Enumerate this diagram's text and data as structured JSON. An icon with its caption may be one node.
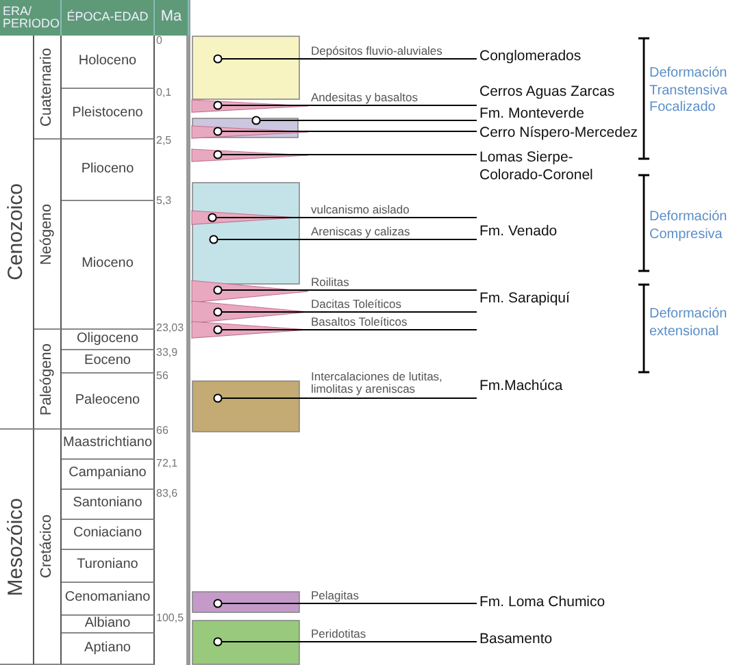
{
  "diagram": {
    "nodes": [
      {
        "text": [
          "ERA/ PERIODO"
        ]
      },
      {
        "text": [
          "ÉPOCA-EDAD"
        ]
      },
      {
        "text": [
          "Ma"
        ]
      },
      {
        "text": [
          "Cenozoico"
        ]
      },
      {
        "text": [
          "Cuaternario"
        ]
      },
      {
        "text": [
          "Holoceno"
        ]
      },
      {
        "text": [
          "Pleistoceno"
        ]
      },
      {
        "text": [
          "Neógeno"
        ]
      },
      {
        "text": [
          "Plioceno"
        ]
      },
      {
        "text": [
          "Mioceno"
        ]
      },
      {
        "text": [
          "Paleógeno"
        ]
      },
      {
        "text": [
          "Oligoceno"
        ]
      },
      {
        "text": [
          "Eoceno"
        ]
      },
      {
        "text": [
          "Paleoceno"
        ]
      },
      {
        "text": [
          "Mesozóico"
        ]
      },
      {
        "text": [
          "Cretácico"
        ]
      },
      {
        "text": [
          "Maastrichtiano"
        ]
      },
      {
        "text": [
          "Campaniano"
        ]
      },
      {
        "text": [
          "Santoniano"
        ]
      },
      {
        "text": [
          "Coniaciano"
        ]
      },
      {
        "text": [
          "Turoniano"
        ]
      },
      {
        "text": [
          "Cenomaniano"
        ]
      },
      {
        "text": [
          "Albiano"
        ]
      },
      {
        "text": [
          "Aptiano"
        ]
      },
      {
        "text": [],
        "shape": "box"
      },
      {
        "text": [],
        "shape": "triangle"
      },
      {
        "text": [],
        "shape": "box"
      },
      {
        "text": [],
        "shape": "triangle"
      },
      {
        "text": [],
        "shape": "triangle"
      },
      {
        "text": [],
        "shape": "box"
      },
      {
        "text": [],
        "shape": "triangle",
        "in": 29
      },
      {
        "text": [],
        "shape": "triangle"
      },
      {
        "text": [],
        "shape": "triangle"
      },
      {
        "text": [],
        "shape": "triangle"
      },
      {
        "text": [],
        "shape": "box"
      },
      {
        "text": [],
        "shape": "box"
      },
      {
        "text": [],
        "shape": "box"
      },
      {
        "text": [
          "Conglomerados"
        ]
      },
      {
        "text": [
          "Cerros Aguas Zarcas"
        ]
      },
      {
        "text": [
          "Fm. Monteverde"
        ]
      },
      {
        "text": [
          "Cerro Níspero-Mercedez"
        ]
      },
      {
        "text": [
          "Lomas Sierpe-Colorado-Coronel"
        ]
      },
      {
        "text": [
          "Fm. Venado"
        ]
      },
      {
        "text": [
          "Fm. Sarapiquí"
        ]
      },
      {
        "text": [
          "Fm.Machúca"
        ]
      },
      {
        "text": [
          "Fm. Loma Chumico"
        ]
      },
      {
        "text": [
          "Basamento"
        ]
      }
    ],
    "edges": [
      {
        "from": 24,
        "to": 37,
        "arrow": "other",
        "label": "Depósitos fluvio-aluviales"
      },
      {
        "from": 25,
        "to": 38,
        "arrow": "other",
        "label": "Andesitas y basaltos"
      },
      {
        "from": 26,
        "to": 39,
        "arrow": "other"
      },
      {
        "from": 27,
        "to": 40,
        "arrow": "other"
      },
      {
        "from": 28,
        "to": 41,
        "arrow": "other"
      },
      {
        "from": 30,
        "to": 42,
        "arrow": "other",
        "label": "vulcanismo aislado"
      },
      {
        "from": 29,
        "to": 42,
        "arrow": "other",
        "label": "Areniscas y calizas"
      },
      {
        "from": 31,
        "to": 43,
        "arrow": "other",
        "label": "Roilitas"
      },
      {
        "from": 32,
        "to": 43,
        "arrow": "other",
        "label": "Dacitas Toleíticos"
      },
      {
        "from": 33,
        "to": 43,
        "arrow": "other",
        "label": "Basaltos Toleíticos"
      },
      {
        "from": 34,
        "to": 44,
        "arrow": "other",
        "label": "Intercalaciones de lutitas, limolitas y areniscas"
      },
      {
        "from": 35,
        "to": 45,
        "arrow": "other",
        "label": "Pelagitas"
      },
      {
        "from": 36,
        "to": 46,
        "arrow": "other",
        "label": "Peridotitas"
      }
    ],
    "labels": [
      "0",
      "0,1",
      "2,5",
      "5,3",
      "23,03",
      "33,9",
      "56",
      "66",
      "72,1",
      "83,6",
      "100,5",
      "Deformación Transtensiva Focalizado",
      "Deformación Compresiva",
      "Deformación extensional"
    ]
  }
}
